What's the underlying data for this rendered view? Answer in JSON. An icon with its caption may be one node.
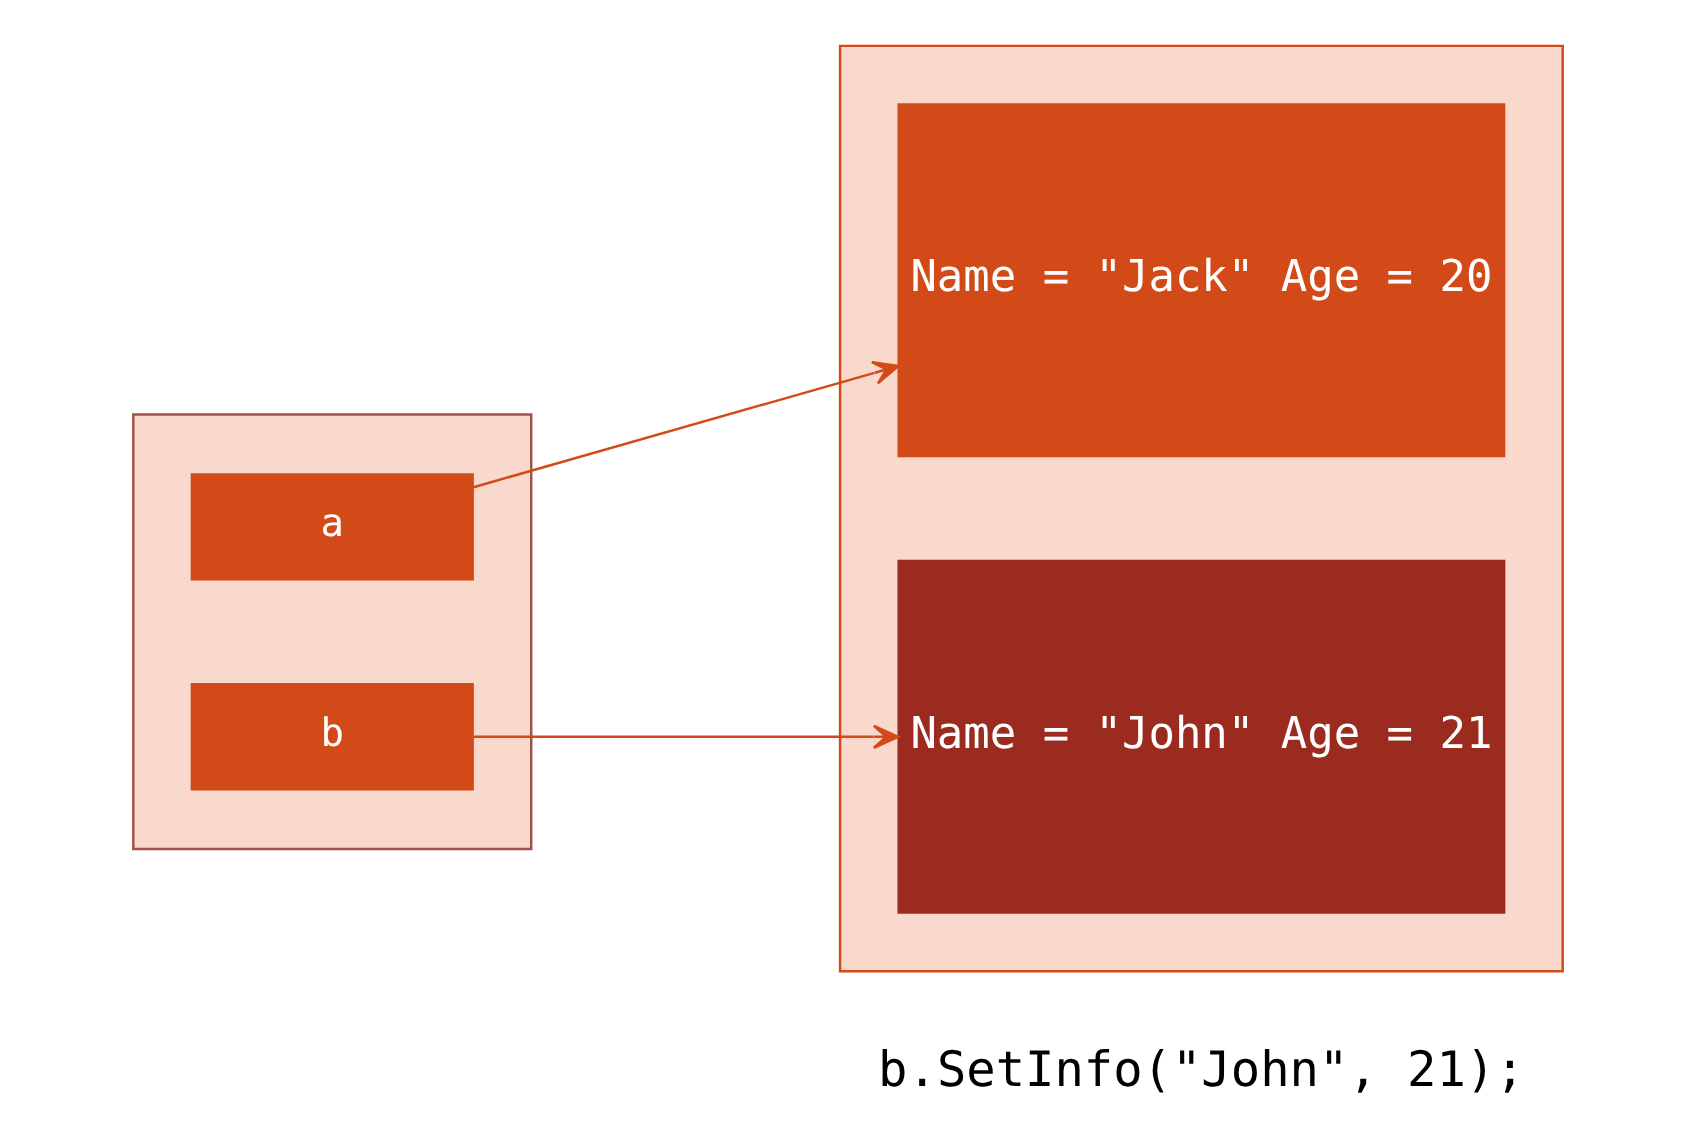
{
  "diagram": {
    "nodes": [
      {
        "text": [],
        "shape": "box"
      },
      {
        "text": [
          "a"
        ],
        "in": 0
      },
      {
        "text": [
          "b"
        ],
        "in": 0
      },
      {
        "text": [],
        "shape": "box"
      },
      {
        "text": [
          "Name = \"Jack\" Age = 20"
        ],
        "in": 3
      },
      {
        "text": [
          "Name = \"John\" Age = 21"
        ],
        "in": 3
      }
    ],
    "edges": [
      {
        "from": 1,
        "to": 4,
        "arrow": "to"
      },
      {
        "from": 2,
        "to": 5,
        "arrow": "to"
      }
    ],
    "labels": [
      "b.SetInfo(\"John\", 21);"
    ]
  }
}
